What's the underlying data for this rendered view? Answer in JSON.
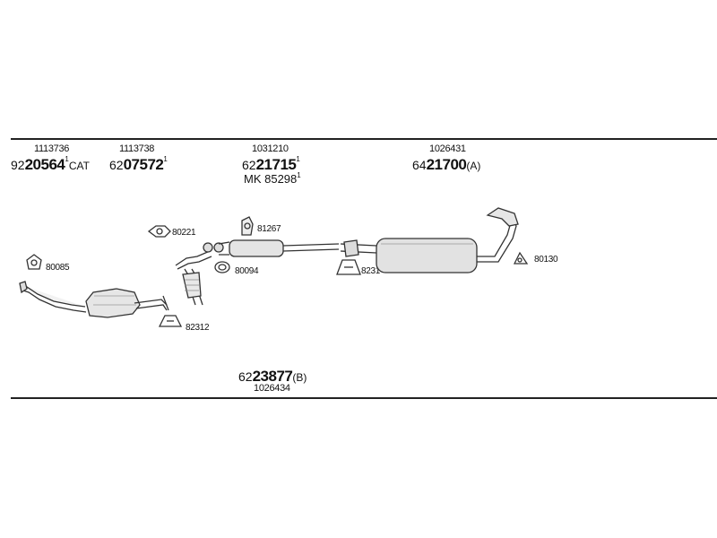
{
  "groups": [
    {
      "ref": "1113736",
      "prefix": "92",
      "number": "20564",
      "sup": "1",
      "suffix": "CAT"
    },
    {
      "ref": "1113738",
      "prefix": "62",
      "number": "07572",
      "sup": "1",
      "suffix": ""
    },
    {
      "ref": "1031210",
      "prefix": "62",
      "number": "21715",
      "sup": "1",
      "suffix": "",
      "extra": "MK  85298",
      "extra_sup": "1"
    },
    {
      "ref": "1026431",
      "prefix": "64",
      "number": "21700",
      "sup": "",
      "suffix": "(A)"
    }
  ],
  "bottom_group": {
    "prefix": "62",
    "number": "23877",
    "suffix": "(B)",
    "ref": "1026434"
  },
  "parts": {
    "p80085": "80085",
    "p80221": "80221",
    "p81267": "81267",
    "p80094": "80094",
    "p82312": "82312",
    "p8231x": "8231",
    "p80130": "80130"
  }
}
